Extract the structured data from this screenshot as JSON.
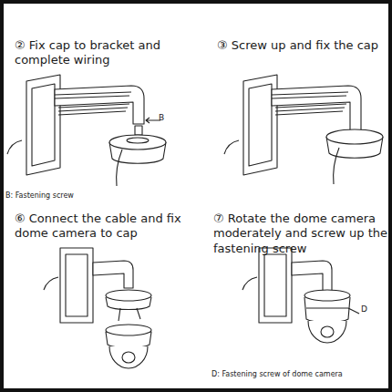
{
  "diagram": {
    "labels": [
      "② Fix cap to bracket and complete wiring",
      "B",
      "③ Screw up and fix the cap",
      "B: Fastening screw",
      "⑥ Connect the cable and fix dome camera to cap",
      "⑦ Rotate the dome camera moderately and screw up the fastening screw",
      "D",
      "D: Fastening screw of dome camera"
    ]
  }
}
